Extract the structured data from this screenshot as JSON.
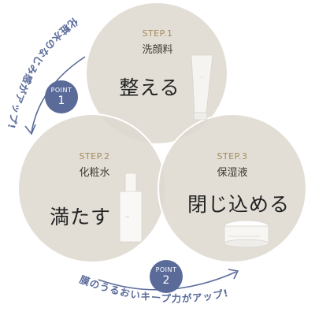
{
  "colors": {
    "circle_fill": "#ded9d0",
    "accent_blue": "#5a6b9a",
    "step_gold": "#a48a5c",
    "text_dark": "#222222"
  },
  "steps": [
    {
      "label": "STEP.1",
      "name": "洗顔料",
      "action": "整える",
      "product": "cleanser-tube"
    },
    {
      "label": "STEP.2",
      "name": "化粧水",
      "action": "満たす",
      "product": "lotion-bottle"
    },
    {
      "label": "STEP.3",
      "name": "保湿液",
      "action": "閉じ込める",
      "product": "cream-jar"
    }
  ],
  "points": [
    {
      "word": "POINT",
      "number": "1",
      "caption": "化粧水のなじみ感がアップ!"
    },
    {
      "word": "POINT",
      "number": "2",
      "caption": "膜のうるおいキープ力がアップ!"
    }
  ]
}
